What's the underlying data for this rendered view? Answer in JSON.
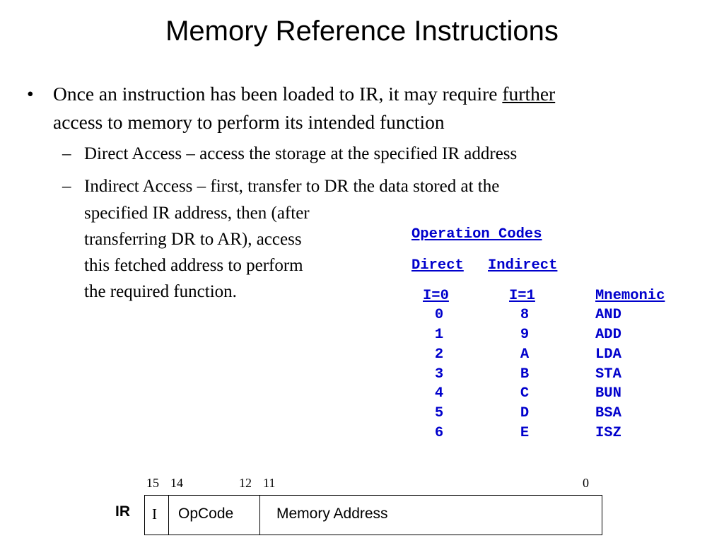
{
  "title": "Memory Reference Instructions",
  "bullet": {
    "symbol": "•",
    "text_before": "Once an instruction has been loaded to IR, it may require ",
    "underlined": "further",
    "text_after": "access to memory to perform its intended function"
  },
  "sub_items": [
    {
      "dash": "–",
      "text": "Direct Access – access the storage at the specified IR address"
    },
    {
      "dash": "–",
      "text": "Indirect Access – first, transfer to DR the data stored at the"
    }
  ],
  "indirect_continuation": [
    "specified IR address, then (after",
    "transferring DR to AR), access",
    "this fetched address to perform",
    "the required function."
  ],
  "opcode_table": {
    "heading": "Operation Codes",
    "direct_label": "Direct",
    "indirect_label": "Indirect",
    "columns": [
      "I=0",
      "I=1",
      "Mnemonic"
    ],
    "rows": [
      [
        "0",
        "8",
        "AND"
      ],
      [
        "1",
        "9",
        "ADD"
      ],
      [
        "2",
        "A",
        "LDA"
      ],
      [
        "3",
        "B",
        "STA"
      ],
      [
        "4",
        "C",
        "BUN"
      ],
      [
        "5",
        "D",
        "BSA"
      ],
      [
        "6",
        "E",
        "ISZ"
      ]
    ]
  },
  "ir_diagram": {
    "label": "IR",
    "bit_numbers": [
      "15",
      "14",
      "12",
      "11",
      "0"
    ],
    "fields": [
      "I",
      "OpCode",
      "Memory Address"
    ]
  }
}
